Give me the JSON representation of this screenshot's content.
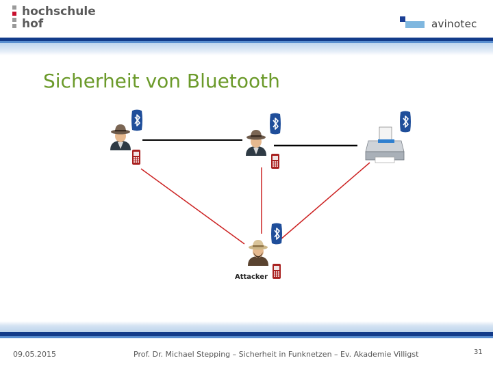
{
  "header": {
    "logo_left": {
      "line1": "hochschule",
      "line2": "hof"
    },
    "logo_right": {
      "text": "avinotec"
    },
    "band_color": "#123b8a"
  },
  "slide": {
    "title": "Sicherheit von Bluetooth",
    "title_color": "#6b9a2a"
  },
  "diagram": {
    "icons": {
      "person": "spy-person-icon",
      "phone": "mobile-phone-icon",
      "bluetooth": "bluetooth-icon",
      "printer": "printer-icon"
    },
    "attacker_label": "Attacker",
    "legit_link_color": "#000000",
    "attack_link_color": "#cc2222"
  },
  "footer": {
    "date": "09.05.2015",
    "credits": "Prof. Dr. Michael Stepping – Sicherheit in Funknetzen – Ev. Akademie Villigst",
    "page": "31"
  }
}
